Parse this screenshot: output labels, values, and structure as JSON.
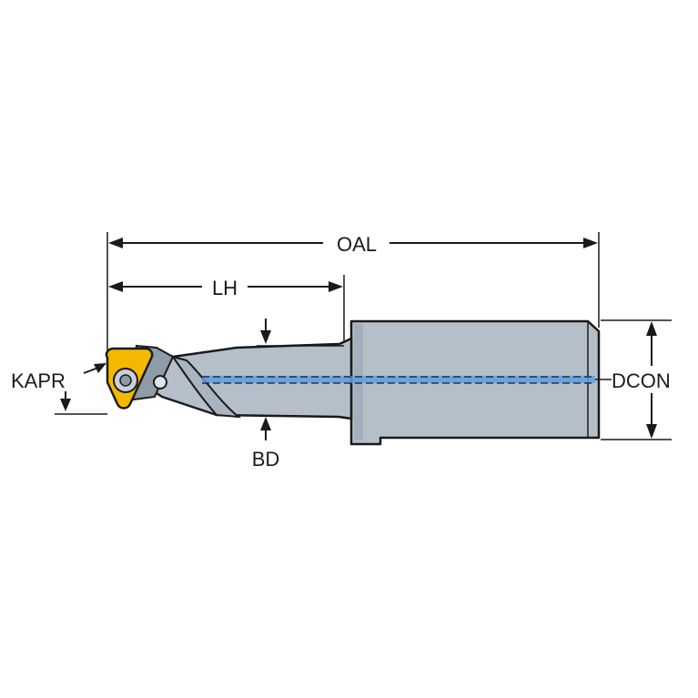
{
  "labels": {
    "oal": "OAL",
    "lh": "LH",
    "kapr": "KAPR",
    "bd": "BD",
    "dcon": "DCON"
  },
  "colors": {
    "shank": "#b4bfc9",
    "shank_dark": "#8f9ba6",
    "insert": "#f5b800",
    "coolant": "#5aa0e6",
    "line": "#1a1a1a"
  }
}
